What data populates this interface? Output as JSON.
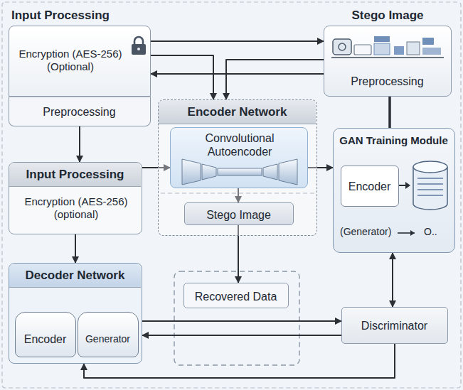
{
  "diagram": {
    "nodes": [
      {
        "text": [
          "Input Processing"
        ]
      },
      {
        "text": [
          "Encryption (AES-256)(Optional)"
        ],
        "in": 0
      },
      {
        "text": [
          "Preprocessing"
        ],
        "in": 0
      },
      {
        "text": [
          "Stego Image"
        ]
      },
      {
        "text": [
          "Preprocessing"
        ],
        "in": 3
      },
      {
        "text": [
          "Encoder Network"
        ]
      },
      {
        "text": [
          "Convolutional Autoencoder"
        ],
        "in": 5
      },
      {
        "text": [
          "Stego Image"
        ],
        "in": 5
      },
      {
        "text": [
          "Input Processing",
          "Encryption (AES-256)(optional)"
        ]
      },
      {
        "text": [
          "GAN Training Module"
        ]
      },
      {
        "text": [
          "Encoder"
        ],
        "in": 9
      },
      {
        "text": [
          "Decoder Network"
        ]
      },
      {
        "text": [
          "Encoder"
        ],
        "in": 11
      },
      {
        "text": [
          "Generator"
        ],
        "in": 11
      },
      {
        "text": [
          "Recovered Data"
        ]
      },
      {
        "text": [
          "Discriminator"
        ]
      }
    ],
    "edges": [
      {
        "from": 1,
        "to": 3,
        "arrow": "to"
      },
      {
        "from": 4,
        "to": 1,
        "arrow": "to"
      },
      {
        "from": 1,
        "to": 5,
        "arrow": "to"
      },
      {
        "from": 3,
        "to": 5,
        "arrow": "to"
      },
      {
        "from": 2,
        "to": 8,
        "arrow": "to"
      },
      {
        "from": 8,
        "to": 6,
        "arrow": "to"
      },
      {
        "from": 8,
        "to": 11,
        "arrow": "to"
      },
      {
        "from": 6,
        "to": 7,
        "arrow": "to"
      },
      {
        "from": 7,
        "to": 14,
        "arrow": "to"
      },
      {
        "from": 6,
        "to": 9,
        "arrow": "to"
      },
      {
        "from": 4,
        "to": 9,
        "arrow": "none"
      },
      {
        "from": 9,
        "to": 15,
        "arrow": "both"
      },
      {
        "from": 11,
        "to": 15,
        "arrow": "to"
      },
      {
        "from": 15,
        "to": 11,
        "arrow": "to"
      },
      {
        "from": 15,
        "to": 11,
        "arrow": "to"
      },
      {
        "from": 12,
        "to": 13,
        "arrow": "both"
      }
    ],
    "labels": [
      "(Generator)",
      "O.."
    ]
  }
}
